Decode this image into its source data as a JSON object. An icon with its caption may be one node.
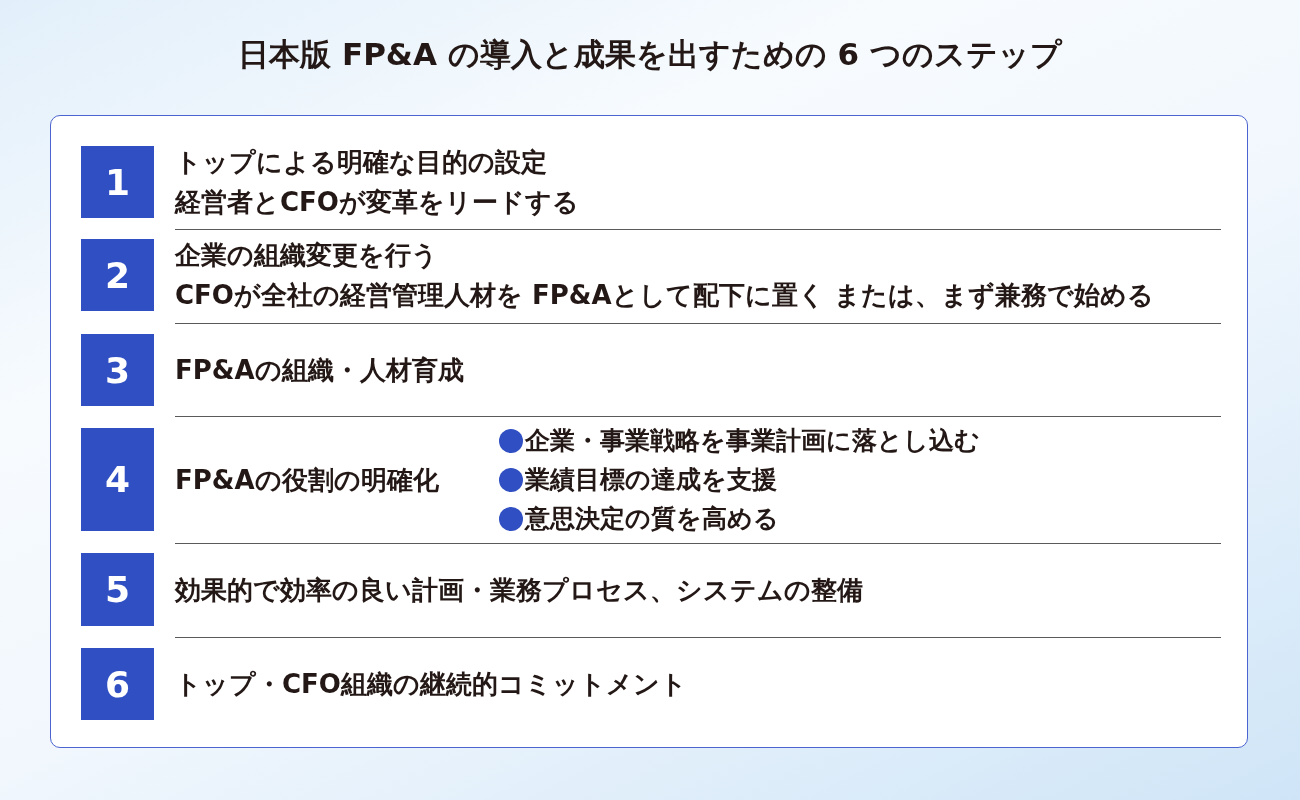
{
  "diagram": {
    "title": "日本版 FP&A の導入と成果を出すための 6 つのステップ",
    "nodes": [
      {
        "text": [],
        "shape": "box"
      },
      {
        "text": [
          "1"
        ],
        "in": 0,
        "beside": [
          "トップによる明確な目的の設定",
          "経営者とCFOが変革をリードする"
        ]
      },
      {
        "text": [
          "2"
        ],
        "in": 0,
        "beside": [
          "企業の組織変更を行う",
          "CFOが全社の経営管理人材を FP&Aとして配下に置く または、まず兼務で始める"
        ]
      },
      {
        "text": [
          "3"
        ],
        "in": 0,
        "beside": [
          "FP&Aの組織・人材育成"
        ]
      },
      {
        "text": [
          "4"
        ],
        "in": 0,
        "beside": [
          "FP&Aの役割の明確化",
          "企業・事業戦略を事業計画に落とし込む",
          "業績目標の達成を支援",
          "意思決定の質を高める"
        ]
      },
      {
        "text": [
          "5"
        ],
        "in": 0,
        "beside": [
          "効果的で効率の良い計画・業務プロセス、システムの整備"
        ]
      },
      {
        "text": [
          "6"
        ],
        "in": 0,
        "beside": [
          "トップ・CFO組織の継続的コミットメント"
        ]
      }
    ]
  }
}
